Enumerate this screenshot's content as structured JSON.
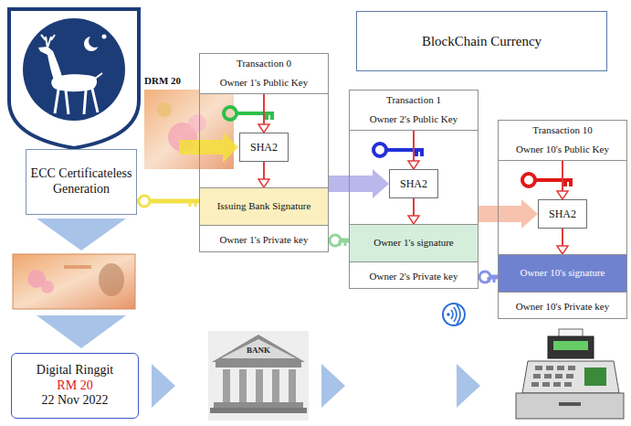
{
  "diagram": {
    "nodes": [
      {
        "text": [
          "ECC Certificateless Generation"
        ]
      },
      {
        "text": [
          "Digital Ringgit",
          "RM 20",
          "22 Nov 2022"
        ]
      },
      {
        "text": [
          "BlockChain Currency"
        ]
      },
      {
        "text": [
          "Transaction 0"
        ]
      },
      {
        "text": [
          "Owner 1's Public Key"
        ],
        "in": 3
      },
      {
        "text": [
          "SHA2"
        ],
        "in": 3
      },
      {
        "text": [
          "Issuing Bank Signature"
        ],
        "in": 3
      },
      {
        "text": [
          "Owner 1's Private key"
        ],
        "in": 3
      },
      {
        "text": [
          "Transaction 1"
        ]
      },
      {
        "text": [
          "Owner 2's Public Key"
        ],
        "in": 8
      },
      {
        "text": [
          "SHA2"
        ],
        "in": 8
      },
      {
        "text": [
          "Owner 1's signature"
        ],
        "in": 8
      },
      {
        "text": [
          "Owner 2's Private key"
        ],
        "in": 8
      },
      {
        "text": [
          "Transaction 10"
        ]
      },
      {
        "text": [
          "Owner 10's Public Key"
        ],
        "in": 13
      },
      {
        "text": [
          "SHA2"
        ],
        "in": 13
      },
      {
        "text": [
          "Owner 10's signature"
        ],
        "in": 13
      },
      {
        "text": [
          "Owner 10's Private key"
        ],
        "in": 13
      }
    ],
    "edges": [
      {
        "from": 3,
        "to": 10,
        "arrow": "to"
      },
      {
        "from": 8,
        "to": 15,
        "arrow": "to"
      },
      {
        "from": 4,
        "to": 5,
        "arrow": "to"
      },
      {
        "from": 5,
        "to": 6,
        "arrow": "to"
      },
      {
        "from": 9,
        "to": 10,
        "arrow": "to"
      },
      {
        "from": 10,
        "to": 11,
        "arrow": "to"
      },
      {
        "from": 14,
        "to": 15,
        "arrow": "to"
      },
      {
        "from": 15,
        "to": 16,
        "arrow": "to"
      },
      {
        "from": 0,
        "to": 6,
        "arrow": "none"
      },
      {
        "from": 7,
        "to": 11,
        "arrow": "none"
      },
      {
        "from": 12,
        "to": 16,
        "arrow": "none"
      }
    ],
    "labels": [
      "DRM 20",
      "BANK"
    ]
  }
}
